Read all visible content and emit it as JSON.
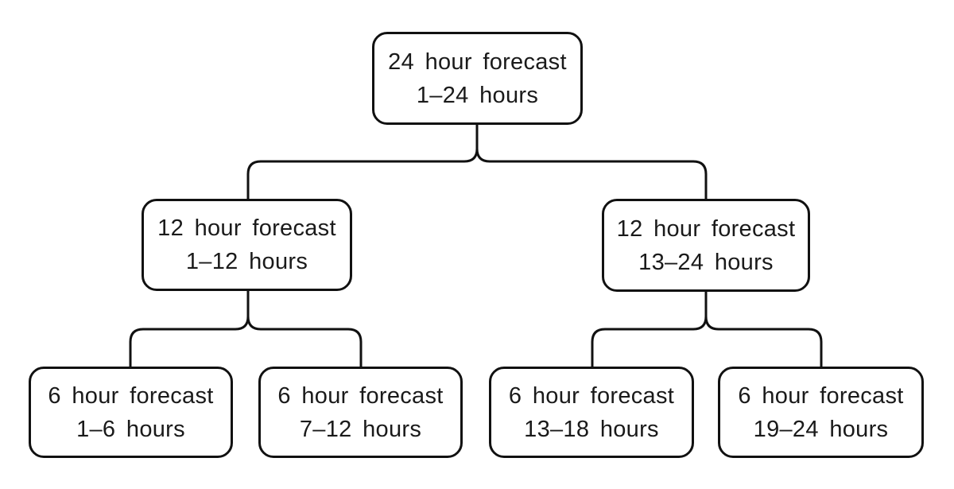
{
  "diagram": {
    "type": "tree",
    "description": "Hierarchical decomposition of a 24 hour forecast into 12 hour and 6 hour forecasts",
    "colors": {
      "background": "#ffffff",
      "box_fill": "#ffffff",
      "line": "#111111",
      "text": "#1a1a1a"
    },
    "nodes": {
      "root": {
        "line1": "24 hour forecast",
        "line2": "1–24 hours"
      },
      "left12": {
        "line1": "12 hour forecast",
        "line2": "1–12 hours"
      },
      "right12": {
        "line1": "12 hour forecast",
        "line2": "13–24 hours"
      },
      "h6_1": {
        "line1": "6 hour forecast",
        "line2": "1–6 hours"
      },
      "h6_2": {
        "line1": "6 hour forecast",
        "line2": "7–12 hours"
      },
      "h6_3": {
        "line1": "6 hour forecast",
        "line2": "13–18 hours"
      },
      "h6_4": {
        "line1": "6 hour forecast",
        "line2": "19–24 hours"
      }
    },
    "edges": [
      {
        "from": "root",
        "to": "left12"
      },
      {
        "from": "root",
        "to": "right12"
      },
      {
        "from": "left12",
        "to": "h6_1"
      },
      {
        "from": "left12",
        "to": "h6_2"
      },
      {
        "from": "right12",
        "to": "h6_3"
      },
      {
        "from": "right12",
        "to": "h6_4"
      }
    ]
  }
}
